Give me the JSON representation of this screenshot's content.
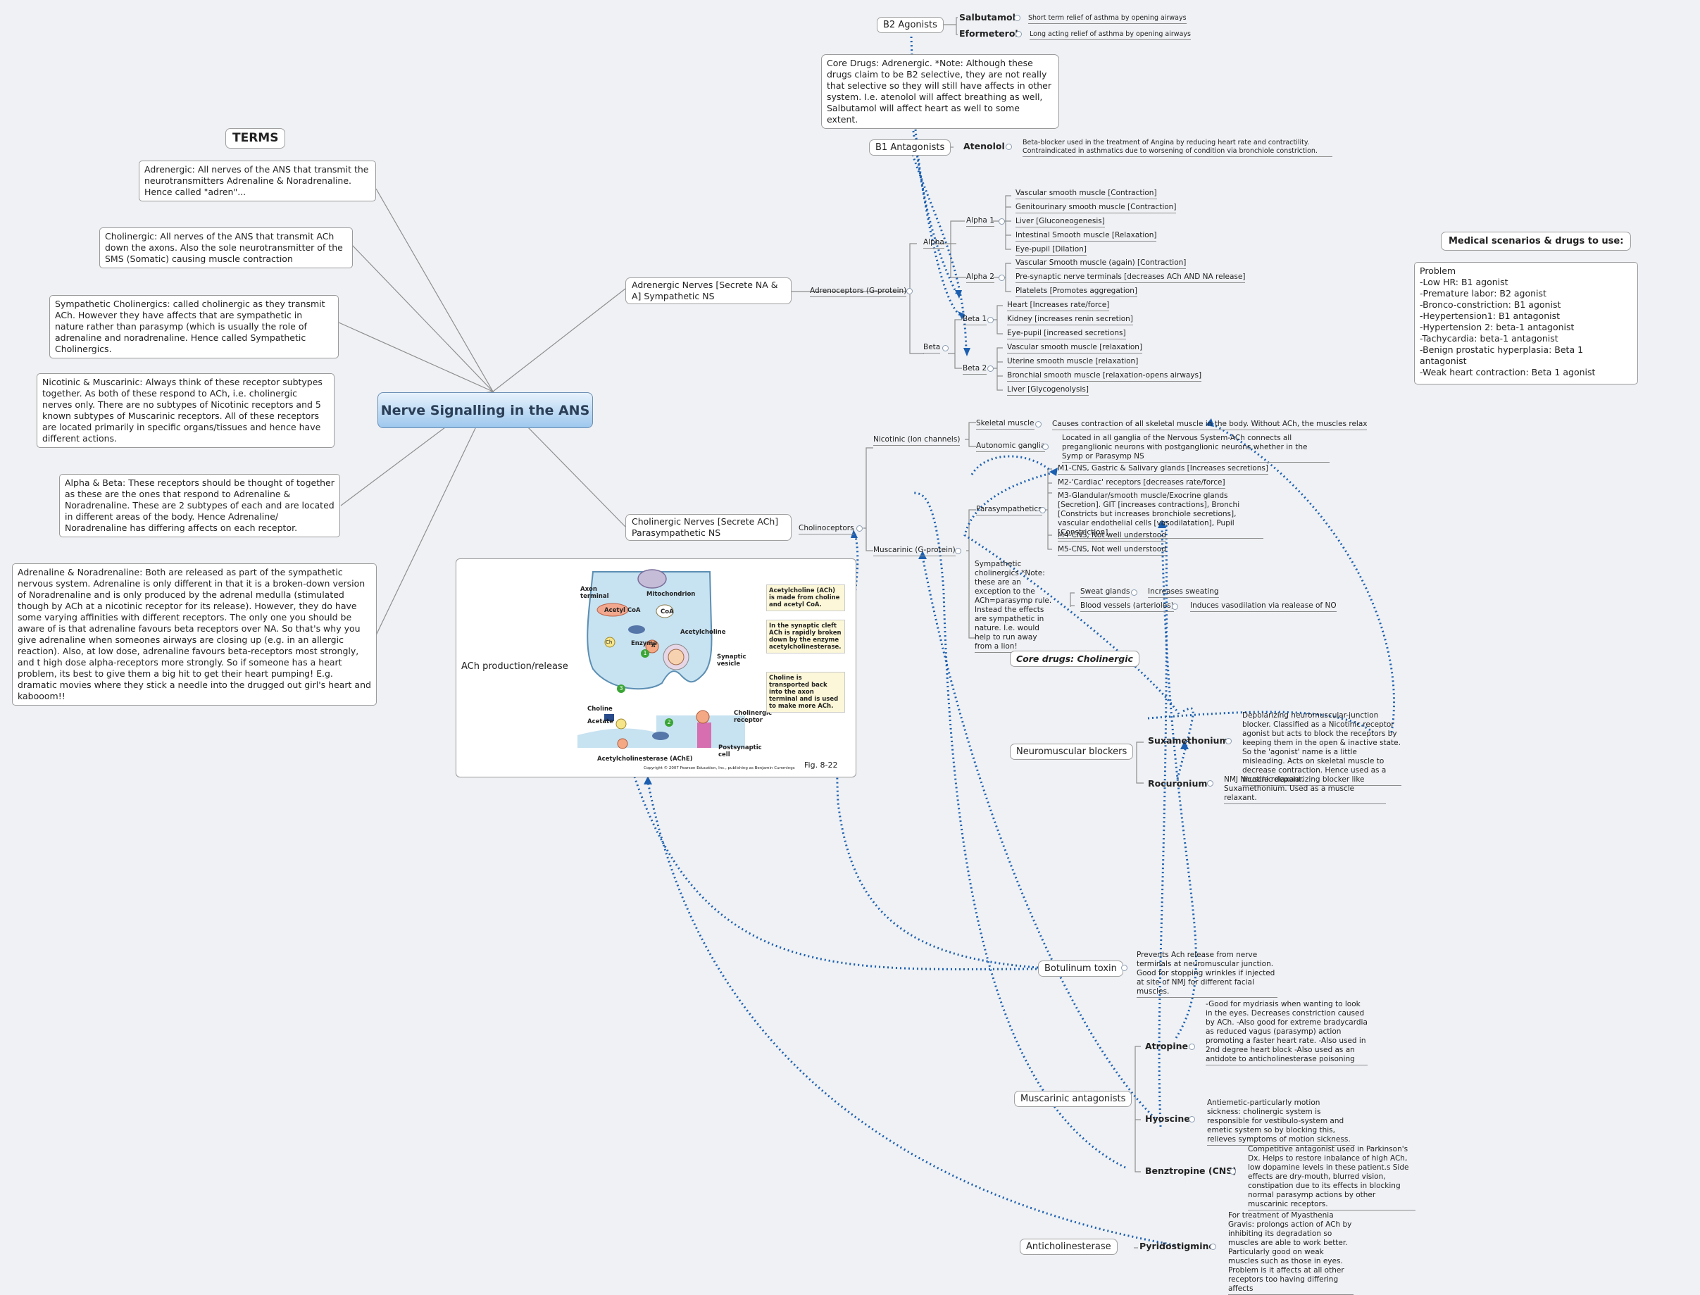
{
  "central": "Nerve Signalling in the ANS",
  "terms": {
    "title": "TERMS",
    "adrenergic": "Adrenergic: All nerves of the ANS that transmit the neurotransmitters Adrenaline & Noradrenaline. Hence called \"adren\"...",
    "cholinergic": "Cholinergic: All nerves of the ANS that transmit ACh down the axons. Also the sole neurotransmitter of the SMS (Somatic) causing muscle contraction",
    "symp_chol": "Sympathetic Cholinergics: called cholinergic as they transmit ACh. However they have affects that are sympathetic in nature rather than parasymp (which is usually the role of adrenaline and noradrenaline. Hence called Sympathetic Cholinergics.",
    "nic_musc": "Nicotinic & Muscarinic: Always think of these receptor subtypes together. As both of these respond to ACh, i.e. cholinergic nerves only. There are no subtypes of Nicotinic receptors and 5 known subtypes of Muscarinic receptors. All of these receptors are located primarily in specific organs/tissues and hence have different actions.",
    "alpha_beta": "Alpha & Beta: These receptors should be thought of together as these are the ones that respond to Adrenaline & Noradrenaline. These are 2 subtypes of each and are located in different areas of the body. Hence Adrenaline/ Noradrenaline has differing affects on each receptor.",
    "adr_nor": "Adrenaline & Noradrenaline: Both are released as part of the sympathetic nervous system. Adrenaline is only different in that it is a broken-down version of Noradrenaline and is only produced by the adrenal medulla (stimulated though by ACh at a nicotinic receptor for its release). However, they do have some varying affinities with different receptors. The only one you should be aware of is that adrenaline favours beta receptors over NA. So that's why you give adrenaline when someones airways are closing up (e.g. in an allergic reaction). Also, at low dose, adrenaline favours beta-receptors most strongly, and t high dose alpha-receptors more strongly. So if someone has a heart problem, its best to give them a big hit to get their heart pumping! E.g. dramatic movies where they stick a needle into the drugged out girl's heart and kabooom!!"
  },
  "adrenergic": {
    "nerves": "Adrenergic Nerves [Secrete NA & A] Sympathetic NS",
    "receptors": "Adrenoceptors (G-protein)",
    "alpha": "Alpha",
    "alpha1": "Alpha 1",
    "alpha1_items": [
      "Vascular smooth muscle [Contraction]",
      "Genitourinary smooth muscle [Contraction]",
      "Liver [Gluconeogenesis]",
      "Intestinal Smooth muscle [Relaxation]",
      "Eye-pupil [Dilation]"
    ],
    "alpha2": "Alpha 2",
    "alpha2_items": [
      "Vascular Smooth muscle (again) [Contraction]",
      "Pre-synaptic nerve terminals [decreases ACh AND NA release]",
      "Platelets [Promotes aggregation]"
    ],
    "beta": "Beta",
    "beta1": "Beta 1",
    "beta1_items": [
      "Heart [Increases rate/force]",
      "Kidney [increases renin secretion]",
      "Eye-pupil [increased secretions]"
    ],
    "beta2": "Beta 2",
    "beta2_items": [
      "Vascular smooth muscle [relaxation]",
      "Uterine smooth muscle [relaxation]",
      "Bronchial smooth muscle [relaxation-opens airways]",
      "Liver [Glycogenolysis]"
    ],
    "b2_agonists": "B2 Agonists",
    "salbutamol": "Salbutamol",
    "salbutamol_desc": "Short term relief of asthma by opening airways",
    "eformeterol": "Eformeterol",
    "eformeterol_desc": "Long acting relief of asthma by opening airways",
    "core_note": "Core Drugs: Adrenergic. *Note: Although these drugs claim to be B2 selective, they are not really that selective so they will still have affects in other system. I.e. atenolol will affect breathing as well, Salbutamol will affect heart as well to some extent.",
    "b1_antagonists": "B1 Antagonists",
    "atenolol": "Atenolol",
    "atenolol_desc": "Beta-blocker used in the treatment of Angina by reducing heart rate and contractility. Contraindicated in asthmatics due to worsening of condition via bronchiole constriction."
  },
  "medical": {
    "title": "Medical scenarios & drugs to use:",
    "lines": [
      "Problem",
      "-Low HR: B1 agonist",
      "-Premature labor: B2 agonist",
      "-Bronco-constriction: B1 agonist",
      "-Heypertension1: B1 antagonist",
      "-Hypertension 2: beta-1 antagonist",
      "-Tachycardia: beta-1 antagonist",
      "-Benign prostatic hyperplasia: Beta 1 antagonist",
      "-Weak heart contraction: Beta 1 agonist"
    ]
  },
  "cholinergic": {
    "nerves": "Cholinergic Nerves [Secrete ACh] Parasympathetic NS",
    "receptors": "Cholinoceptors",
    "nicotinic": "Nicotinic (Ion channels)",
    "skeletal": "Skeletal muscle",
    "skeletal_desc": "Causes contraction of all skeletal muscle in the body. Without ACh, the muscles relax",
    "autonomic": "Autonomic ganglia",
    "autonomic_desc": "Located in all ganglia of the Nervous System-ACh connects all preganglionic neurons with postganglionic neurons whether in the Symp or Parasymp NS",
    "muscarinic": "Muscarinic (G-protein)",
    "parasymp": "Parasympathetics",
    "m_items": [
      "M1-CNS, Gastric & Salivary glands [Increases secretions]",
      "M2-'Cardiac' receptors [decreases rate/force]",
      "M3-Glandular/smooth muscle/Exocrine glands [Secretion]. GIT [increases contractions], Bronchi [Constricts but increases bronchiole secretions], vascular endothelial cells [vasodilatation], Pupil [Constriction]",
      "M4-CNS, Not well understood",
      "M5-CNS, Not well understood"
    ],
    "symp_chol": "Sympathetic cholinergics *Note: these are an exception to the ACh=parasymp rule. Instead the effects are sympathetic in nature. I.e. would help to run away from a lion!",
    "sweat": "Sweat glands",
    "sweat_desc": "Increases sweating",
    "blood": "Blood vessels (arterioles)",
    "blood_desc": "Induces vasodilation via realease of NO",
    "core": "Core drugs: Cholinergic"
  },
  "figure": {
    "label": "ACh production/release",
    "fig_no": "Fig. 8-22",
    "copyright": "Copyright © 2007 Pearson Education, Inc., publishing as Benjamin Cummings",
    "axon": "Axon terminal",
    "mito": "Mitochondrion",
    "acetylcoa": "Acetyl CoA",
    "coa": "CoA",
    "enzyme": "Enzyme",
    "ach": "Acetylcholine",
    "vesicle": "Synaptic vesicle",
    "choline": "Choline",
    "acetate": "Acetate",
    "receptor": "Cholinergic receptor",
    "post": "Postsynaptic cell",
    "ache": "Acetylcholinesterase (AChE)",
    "ch": "Ch",
    "a": "A",
    "n1": "1",
    "n2": "2",
    "n3": "3",
    "step1": "Acetylcholine (ACh) is made from choline and acetyl CoA.",
    "step2": "In the synaptic cleft ACh is rapidly broken down by the enzyme acetylcholinesterase.",
    "step3": "Choline is transported back into the axon terminal and is used to make more ACh."
  },
  "drugs": {
    "nmb": "Neuromuscular blockers",
    "sux": "Suxamethonium",
    "sux_desc": "Depolarizing neuromuscular-junction blocker. Classified as a Nicotinic receptor agonist but acts to block the receptors by keeping them in the open & inactive state. So the 'agonist' name is a little misleading. Acts on skeletal muscle to decrease contraction. Hence used as a muscle relaxant.",
    "roc": "Rocuronium",
    "roc_desc": "NMJ Nicotinic depolarizing blocker like Suxamethonium. Used as a muscle relaxant.",
    "botox": "Botulinum toxin",
    "botox_desc": "Prevents Ach release from nerve terminals at neuromuscular junction. Good for stopping wrinkles if injected at site of NMJ for different facial muscles.",
    "musc_ant": "Muscarinic antagonists",
    "atropine": "Atropine",
    "atropine_desc": "-Good for mydriasis when wanting to look in the eyes. Decreases constriction caused by ACh. -Also good for extreme bradycardia as reduced vagus (parasymp) action promoting a faster heart rate. -Also used in 2nd degree heart block -Also used as an antidote to anticholinesterase poisoning",
    "hyoscine": "Hyoscine",
    "hyoscine_desc": "Antiemetic-particularly motion sickness: cholinergic system is responsible for vestibulo-system and emetic system so by blocking this, relieves symptoms of motion sickness.",
    "benz": "Benztropine (CNS)",
    "benz_desc": "Competitive antagonist used in Parkinson's Dx. Helps to restore inbalance of high ACh, low dopamine levels in these patient.s Side effects are dry-mouth, blurred vision, constipation due to its effects in blocking normal parasymp actions by other muscarinic receptors.",
    "antichol": "Anticholinesterase",
    "pyrido": "Pyridostigmine",
    "pyrido_desc": "For treatment of Myasthenia Gravis: prolongs action of ACh by inhibiting its degradation so muscles are able to work better. Particularly good on weak muscles such as those in eyes. Problem is it affects at all other receptors too having differing affects"
  },
  "colors": {
    "line": "#8e8e8e",
    "dotted": "#1c5fb0",
    "central_border": "#6c8fb5",
    "badge": "#3aa535"
  }
}
